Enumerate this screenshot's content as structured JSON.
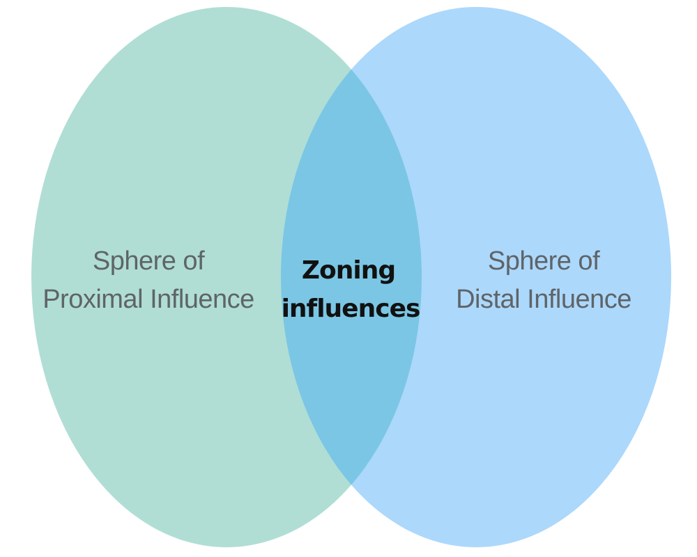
{
  "diagram": {
    "type": "venn",
    "left_set": {
      "line1": "Sphere of",
      "line2": "Proximal Influence",
      "color": "#b0ded4"
    },
    "right_set": {
      "line1": "Sphere of",
      "line2": "Distal Influence",
      "color": "#acd8fb"
    },
    "intersection": {
      "line1": "Zoning",
      "line2": "influences",
      "color": "#7bc6e4"
    }
  }
}
